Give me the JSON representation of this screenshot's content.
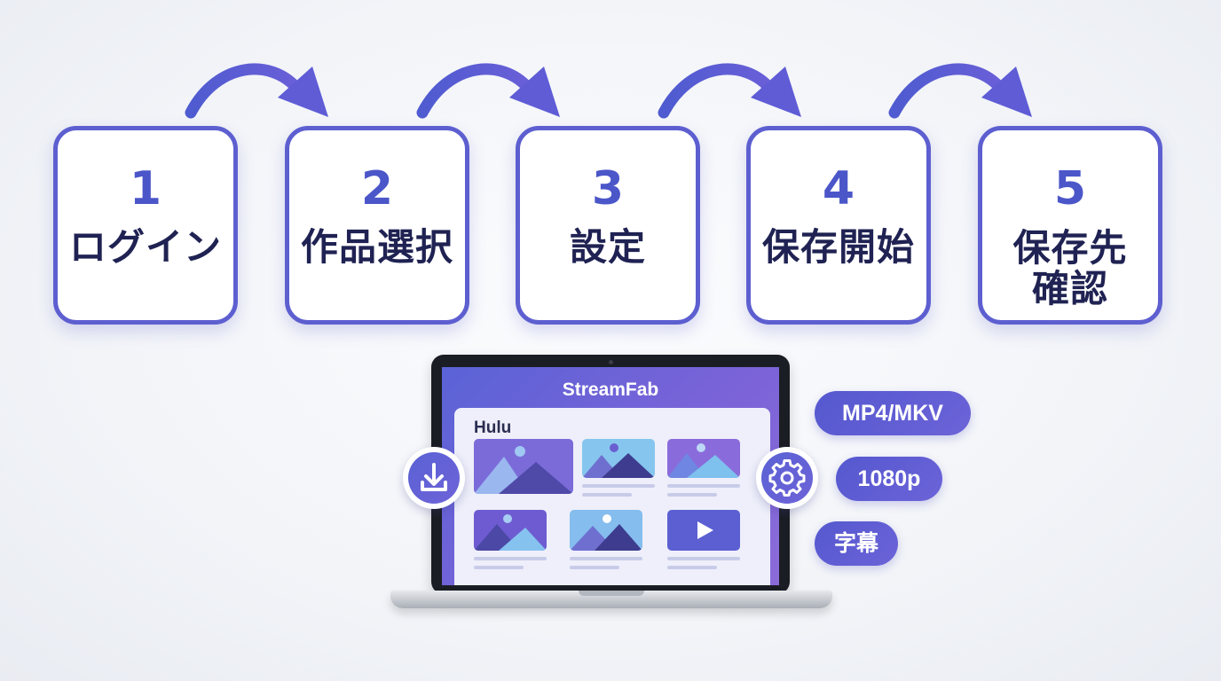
{
  "steps": [
    {
      "number": "1",
      "label": "ログイン"
    },
    {
      "number": "2",
      "label": "作品選択"
    },
    {
      "number": "3",
      "label": "設定"
    },
    {
      "number": "4",
      "label": "保存開始"
    },
    {
      "number": "5",
      "label_line1": "保存先",
      "label_line2": "確認"
    }
  ],
  "laptop": {
    "app_title": "StreamFab",
    "panel_title": "Hulu",
    "thumbnails": [
      "image-thumbnail",
      "image-thumbnail",
      "image-thumbnail",
      "image-thumbnail",
      "image-thumbnail",
      "video-thumbnail"
    ]
  },
  "icons": {
    "left": "download-icon",
    "right": "gear-icon"
  },
  "features": [
    {
      "label": "MP4/MKV"
    },
    {
      "label": "1080p"
    },
    {
      "label": "字幕"
    }
  ],
  "colors": {
    "accent": "#5d5fd0",
    "number": "#4b56c9",
    "text": "#1f2252",
    "gradient_start": "#5558cf",
    "gradient_end": "#8b6bd8"
  }
}
